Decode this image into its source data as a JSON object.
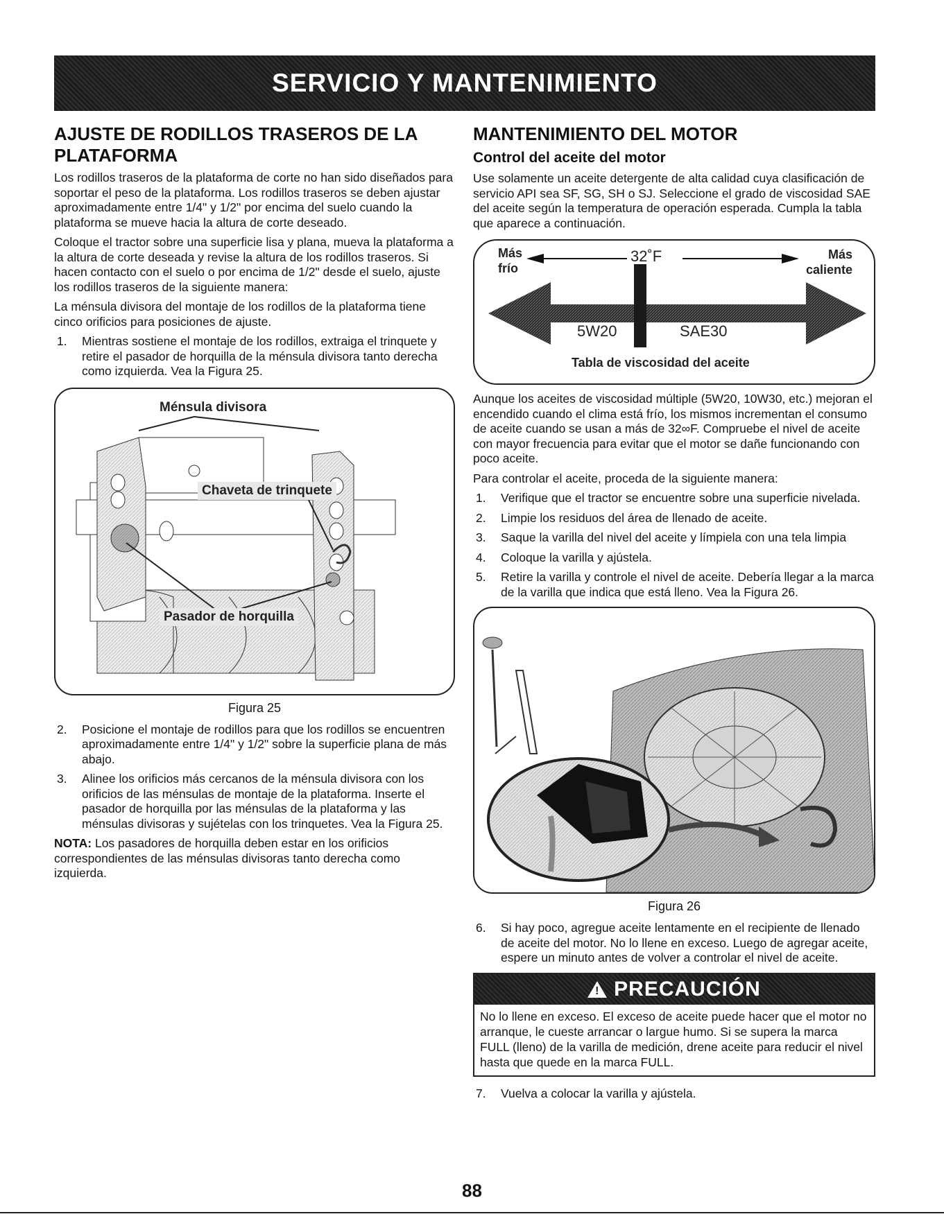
{
  "banner": {
    "title": "SERVICIO Y MANTENIMIENTO"
  },
  "left": {
    "heading": "AJUSTE DE RODILLOS TRASEROS DE LA PLATAFORMA",
    "paragraphs": [
      "Los rodillos traseros de la plataforma de corte no han sido diseñados para soportar el peso de la plataforma. Los rodillos traseros se deben ajustar aproximadamente entre 1/4\" y 1/2\" por encima del suelo cuando la plataforma se mueve hacia la altura de corte deseado.",
      "Coloque el tractor sobre una superficie lisa y plana, mueva la plataforma a la altura de corte deseada y revise la altura de los rodillos traseros. Si hacen contacto con el suelo o por encima de 1/2\" desde el suelo, ajuste los rodillos traseros de la siguiente manera:",
      "La ménsula divisora del montaje de los rodillos de la plataforma tiene cinco orificios para posiciones de ajuste."
    ],
    "steps_a": [
      {
        "num": "1.",
        "text": "Mientras sostiene el montaje de los rodillos, extraiga el trinquete y retire el pasador de horquilla de la ménsula divisora tanto derecha como izquierda. Vea la Figura 25."
      }
    ],
    "figure": {
      "label_bracket": "Ménsula divisora",
      "label_cotter": "Chaveta de trinquete",
      "label_pin": "Pasador de horquilla",
      "caption": "Figura 25"
    },
    "steps_b": [
      {
        "num": "2.",
        "text": "Posicione el montaje de rodillos para que los rodillos se encuentren aproximadamente entre 1/4\" y 1/2\" sobre la superficie plana de más abajo."
      },
      {
        "num": "3.",
        "text": "Alinee los orificios más cercanos de la ménsula divisora con los orificios de las ménsulas de montaje de la plataforma. Inserte el pasador de horquilla por las ménsulas de la plataforma y las ménsulas divisoras y sujételas con los trinquetes. Vea la Figura 25."
      }
    ],
    "note": {
      "label": "NOTA:",
      "text": " Los pasadores de horquilla deben estar en los orificios correspondientes de las ménsulas divisoras tanto derecha como izquierda."
    }
  },
  "right": {
    "heading": "MANTENIMIENTO DEL MOTOR",
    "subheading": "Control del aceite del motor",
    "intro": "Use solamente un aceite detergente de alta calidad cuya clasificación de servicio API sea SF, SG, SH o SJ. Seleccione el grado de viscosidad SAE del aceite según la temperatura de operación esperada. Cumpla la tabla que aparece a continuación.",
    "viscosity": {
      "cold_line1": "Más",
      "cold_line2": "frío",
      "temp": "32˚F",
      "hot_line1": "Más",
      "hot_line2": "caliente",
      "grade_low": "5W20",
      "grade_high": "SAE30",
      "caption": "Tabla de viscosidad del aceite"
    },
    "paragraphs": [
      "Aunque los aceites de viscosidad múltiple (5W20, 10W30, etc.) mejoran el encendido cuando el clima está frío, los mismos incrementan el consumo de aceite cuando se usan a más de 32∞F. Compruebe el nivel de aceite con mayor frecuencia para evitar que el motor se dañe funcionando con poco aceite.",
      "Para controlar el aceite, proceda de la siguiente manera:"
    ],
    "steps_a": [
      {
        "num": "1.",
        "text": "Verifique que el tractor se encuentre sobre una superficie nivelada."
      },
      {
        "num": "2.",
        "text": "Limpie los residuos del área de llenado de aceite."
      },
      {
        "num": "3.",
        "text": "Saque la varilla del nivel del aceite y límpiela con una tela limpia"
      },
      {
        "num": "4.",
        "text": "Coloque la varilla y ajústela."
      },
      {
        "num": "5.",
        "text": "Retire la varilla y controle el nivel de aceite. Debería llegar a la marca de la varilla que indica que está lleno. Vea la Figura 26."
      }
    ],
    "figure": {
      "caption": "Figura 26"
    },
    "steps_b": [
      {
        "num": "6.",
        "text": "Si hay poco, agregue aceite lentamente en el recipiente de llenado de aceite del motor. No lo llene en exceso. Luego de agregar aceite, espere un minuto antes de volver a controlar el nivel de aceite."
      }
    ],
    "caution": {
      "title": "PRECAUCIÓN",
      "text": "No lo llene en exceso. El exceso de aceite puede hacer que el motor no arranque, le cueste arrancar o largue humo. Si se supera la marca FULL (lleno) de la varilla de medición, drene aceite para reducir el nivel hasta que quede en la marca FULL."
    },
    "steps_c": [
      {
        "num": "7.",
        "text": "Vuelva a colocar la varilla y ajústela."
      }
    ]
  },
  "footer": {
    "page": "88"
  }
}
